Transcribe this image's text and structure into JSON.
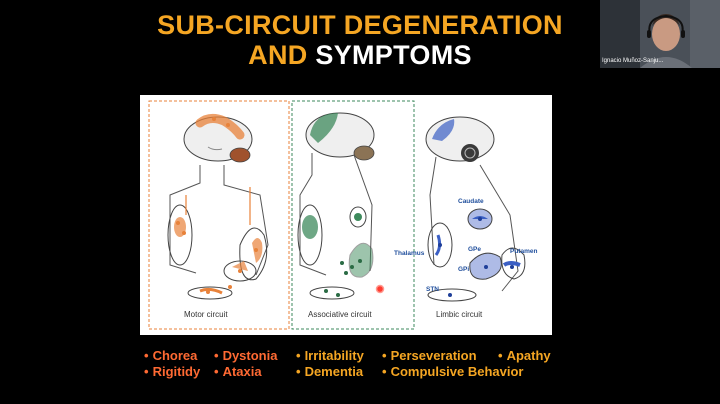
{
  "slide": {
    "title_line1": "SUB-CIRCUIT DEGENERATION",
    "title_and": "AND",
    "title_symptoms": "SYMPTOMS"
  },
  "figure": {
    "panels": [
      {
        "caption": "Motor circuit"
      },
      {
        "caption": "Associative circuit"
      },
      {
        "caption": "Limbic circuit"
      }
    ],
    "limbic_labels": {
      "caudate": "Caudate",
      "thalamus": "Thalamus",
      "gpe": "GPe",
      "gpi": "GPi",
      "putamen": "Putamen",
      "stn": "STN"
    }
  },
  "symptoms": {
    "row1": [
      "Chorea",
      "Dystonia",
      "Irritability",
      "Perseveration",
      "Apathy"
    ],
    "row2": [
      "Rigitidy",
      "Ataxia",
      "Dementia",
      "Compulsive Behavior"
    ],
    "bullet": "•"
  },
  "colors": {
    "accent_orange": "#f5a623",
    "symptom_red": "#ff6a33",
    "motor": "#e8823a",
    "associative": "#3d8a5c",
    "limbic": "#3b5fc4"
  },
  "webcam": {
    "participant_name": "Ignacio Muñoz-Sanju..."
  }
}
